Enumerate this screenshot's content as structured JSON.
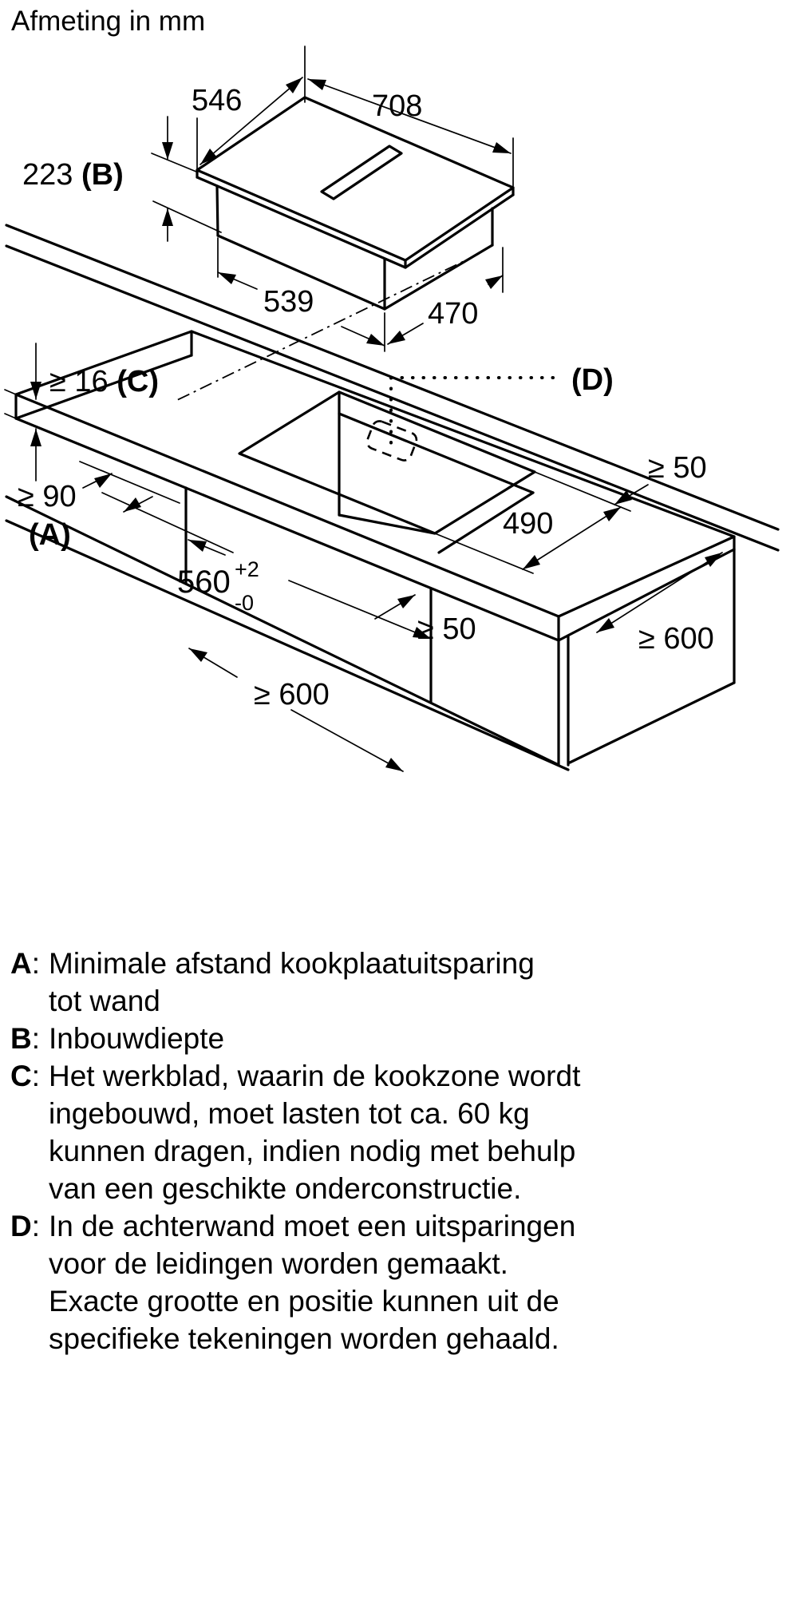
{
  "title": "Afmeting in mm",
  "hob_dims": {
    "top_depth": "546",
    "top_width": "708",
    "build_depth_value": "223 ",
    "build_depth_ref": "(B)",
    "bottom_depth": "539",
    "bottom_width": "470"
  },
  "install_dims": {
    "worktop_thickness": "≥ 16 ",
    "worktop_thickness_ref": "(C)",
    "wall_clearance": "≥ 90",
    "wall_clearance_ref": "(A)",
    "cutout_width": "560",
    "cutout_width_tol_plus": "+2",
    "cutout_width_tol_minus": "-0",
    "cutout_depth": "490",
    "clearance_back": "≥ 50",
    "clearance_front": "≥ 50",
    "worktop_depth_min": "≥ 600",
    "niche_width_min": "≥ 600",
    "duct_ref": "(D)"
  },
  "legend": {
    "items": [
      {
        "label": "A",
        "sep": ":",
        "text": "Minimale afstand kookplaatuitsparing\ntot wand"
      },
      {
        "label": "B",
        "sep": ":",
        "text": "Inbouwdiepte"
      },
      {
        "label": "C",
        "sep": ":",
        "text": "Het werkblad, waarin de kookzone wordt\ningebouwd, moet lasten tot ca. 60 kg\nkunnen dragen, indien nodig met behulp\nvan een geschikte onderconstructie."
      },
      {
        "label": "D",
        "sep": ":",
        "text": "In de achterwand moet een uitsparingen\nvoor de leidingen worden gemaakt.\nExacte grootte en positie kunnen uit de\nspecifieke tekeningen worden gehaald."
      }
    ]
  },
  "colors": {
    "line": "#000000",
    "background": "#ffffff"
  }
}
